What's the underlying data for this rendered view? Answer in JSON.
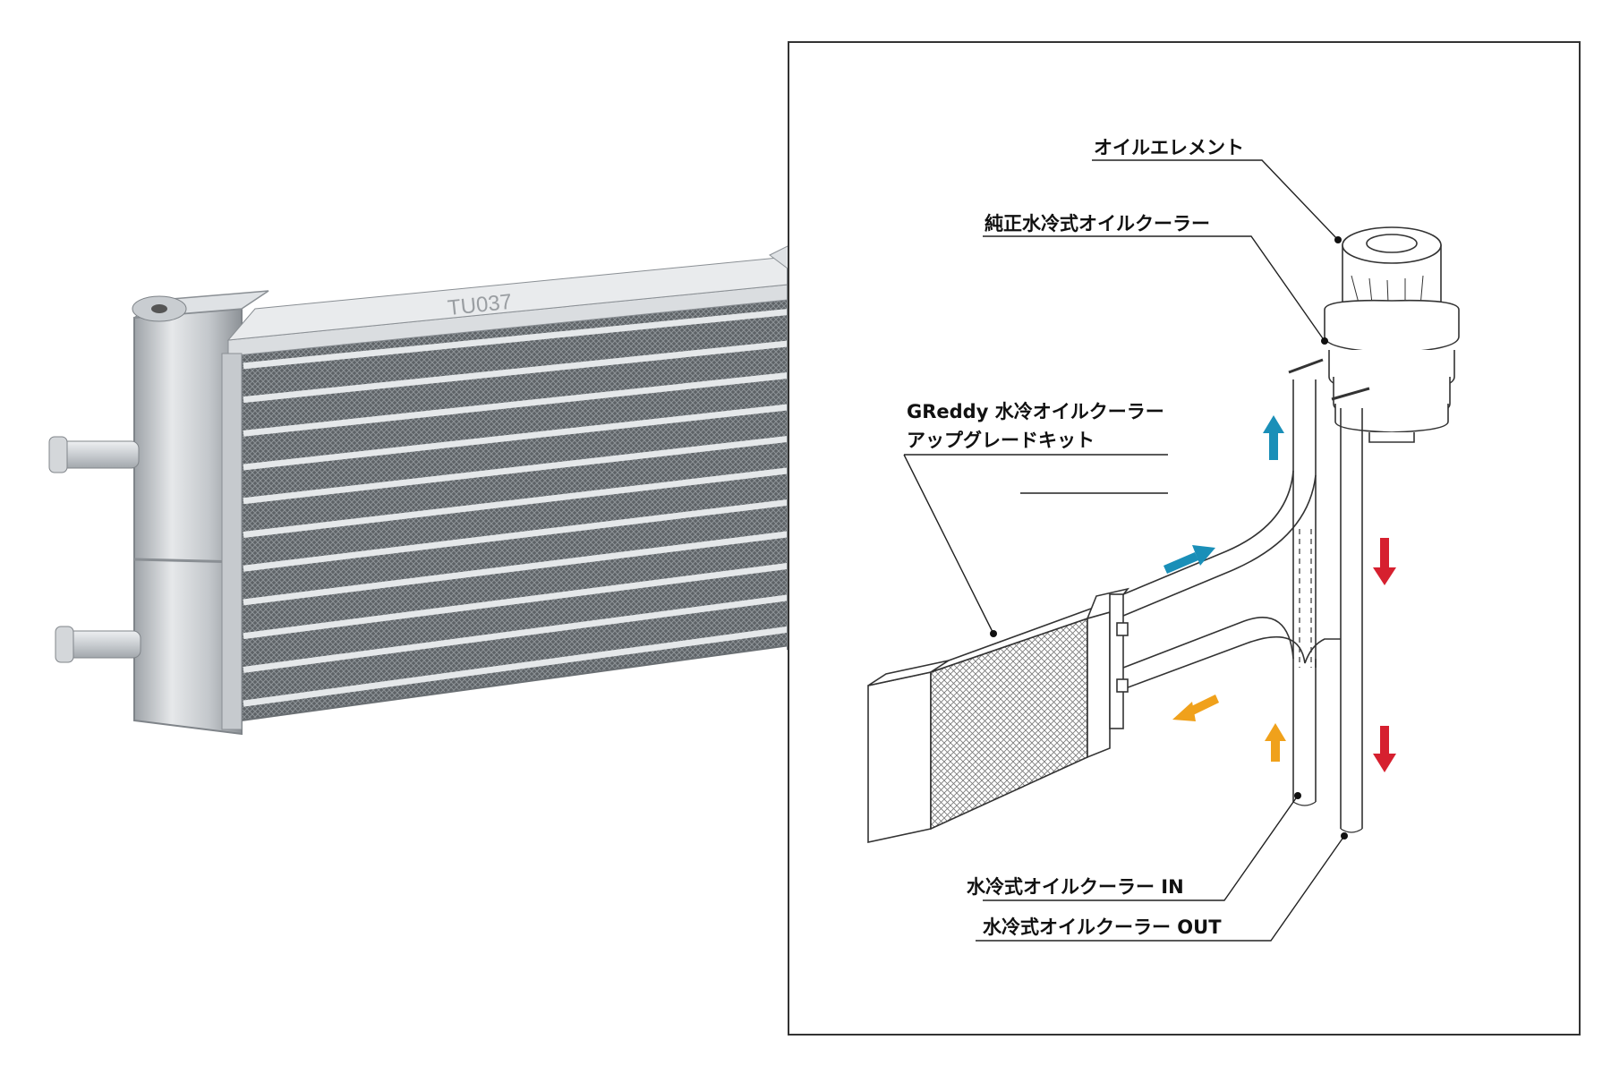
{
  "product_photo": {
    "stamp_text": "TU037"
  },
  "diagram": {
    "labels": {
      "oil_element": "オイルエレメント",
      "oem_cooler": "純正水冷式オイルクーラー",
      "kit_line1": "GReddy 水冷オイルクーラー",
      "kit_line2": "アップグレードキット",
      "cooler_in": "水冷式オイルクーラー IN",
      "cooler_out": "水冷式オイルクーラー OUT"
    },
    "arrow_colors": {
      "blue": "#1a8fb8",
      "orange": "#f0a11b",
      "red": "#d6202f"
    }
  }
}
